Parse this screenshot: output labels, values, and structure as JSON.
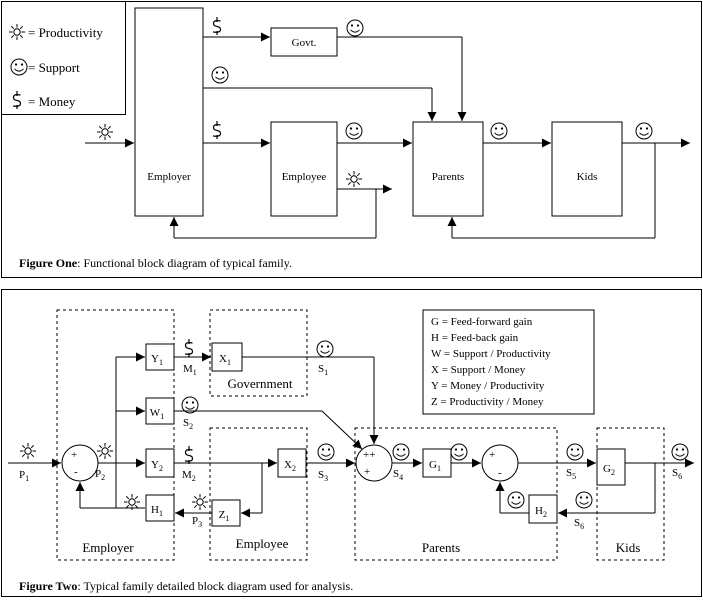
{
  "figure_one": {
    "legend": {
      "productivity": "= Productivity",
      "support": "= Support",
      "money": "= Money"
    },
    "blocks": {
      "employer": "Employer",
      "govt": "Govt.",
      "employee": "Employee",
      "parents": "Parents",
      "kids": "Kids"
    },
    "caption_bold": "Figure One",
    "caption_rest": ": Functional block diagram of typical family."
  },
  "figure_two": {
    "groups": {
      "employer": "Employer",
      "government": "Government",
      "employee": "Employee",
      "parents": "Parents",
      "kids": "Kids"
    },
    "legend": [
      "G = Feed-forward gain",
      "H = Feed-back gain",
      "W = Support / Productivity",
      "X = Support / Money",
      "Y = Money / Productivity",
      "Z = Productivity / Money"
    ],
    "blocks": {
      "Y1": {
        "letter": "Y",
        "sub": "1"
      },
      "W1": {
        "letter": "W",
        "sub": "1"
      },
      "Y2": {
        "letter": "Y",
        "sub": "2"
      },
      "H1": {
        "letter": "H",
        "sub": "1"
      },
      "X1": {
        "letter": "X",
        "sub": "1"
      },
      "X2": {
        "letter": "X",
        "sub": "2"
      },
      "Z1": {
        "letter": "Z",
        "sub": "1"
      },
      "G1": {
        "letter": "G",
        "sub": "1"
      },
      "H2": {
        "letter": "H",
        "sub": "2"
      },
      "G2": {
        "letter": "G",
        "sub": "2"
      }
    },
    "signals": {
      "P1": {
        "letter": "P",
        "sub": "1"
      },
      "P2": {
        "letter": "P",
        "sub": "2"
      },
      "P3": {
        "letter": "P",
        "sub": "3"
      },
      "M1": {
        "letter": "M",
        "sub": "1"
      },
      "M2": {
        "letter": "M",
        "sub": "2"
      },
      "S1": {
        "letter": "S",
        "sub": "1"
      },
      "S2": {
        "letter": "S",
        "sub": "2"
      },
      "S3": {
        "letter": "S",
        "sub": "3"
      },
      "S4": {
        "letter": "S",
        "sub": "4"
      },
      "S5": {
        "letter": "S",
        "sub": "5"
      },
      "S6a": {
        "letter": "S",
        "sub": "6"
      },
      "S6b": {
        "letter": "S",
        "sub": "6"
      }
    },
    "summing_signs": {
      "sj1_plus": "+",
      "sj1_minus": "-",
      "sj2_plus": "++",
      "sj2_plus2": "+",
      "sj3_plus": "+",
      "sj3_minus": "-"
    },
    "caption_bold": "Figure Two",
    "caption_rest": ": Typical family detailed block diagram used for analysis."
  }
}
